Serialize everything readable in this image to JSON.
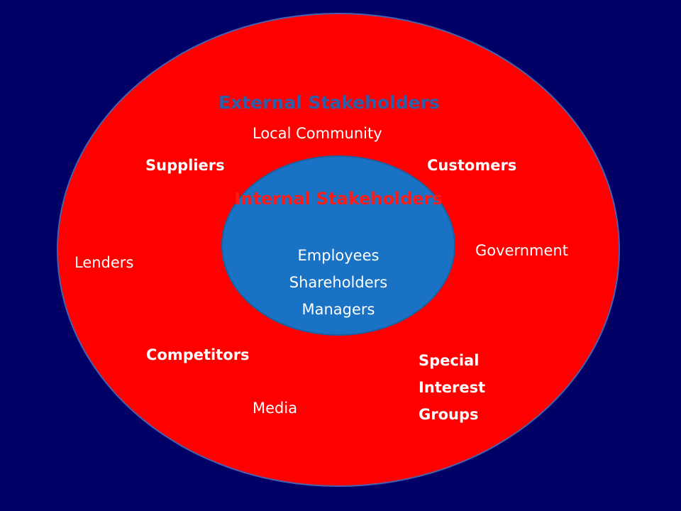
{
  "external": {
    "title": "External Stakeholders",
    "local_community": "Local Community",
    "suppliers": "Suppliers",
    "customers": "Customers",
    "lenders": "Lenders",
    "government": "Government",
    "competitors": "Competitors",
    "special_interest": [
      "Special",
      "Interest",
      "Groups"
    ],
    "media": "Media"
  },
  "internal": {
    "title": "Internal Stakeholders",
    "members": [
      "Employees",
      "Shareholders",
      "Managers"
    ]
  },
  "colors": {
    "background": "#000066",
    "outer_circle": "#ff0000",
    "inner_circle": "#1a72c4",
    "external_title": "#2f5ea8",
    "internal_title": "#ff1a1a",
    "text": "#ffffff"
  }
}
